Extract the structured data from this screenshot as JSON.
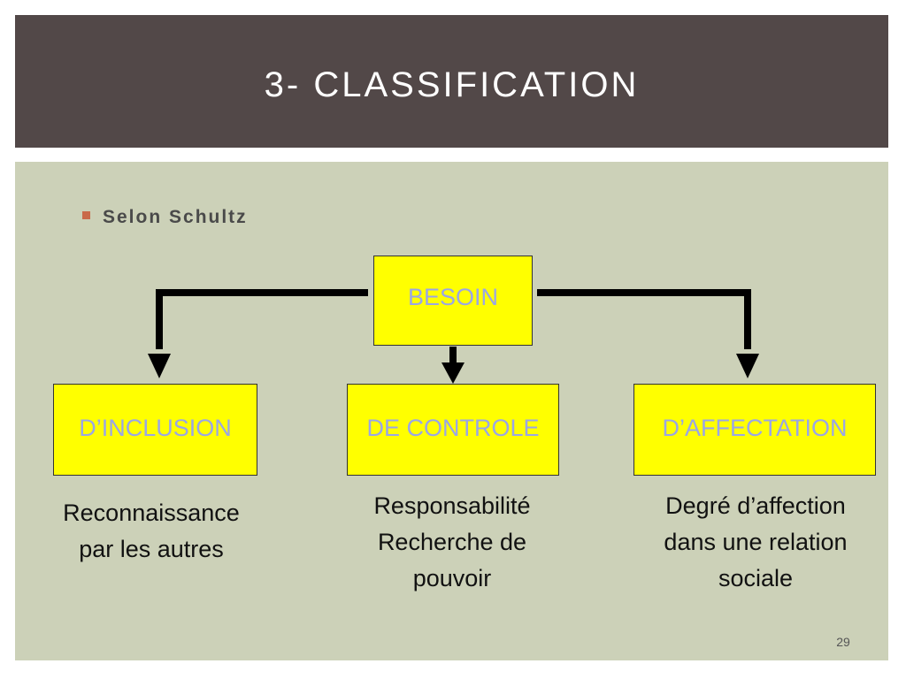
{
  "header": {
    "title": "3- CLASSIFICATION"
  },
  "content": {
    "bullet": "Selon Schultz"
  },
  "diagram": {
    "root": "BESOIN",
    "children": [
      {
        "label": "D’INCLUSION",
        "description": "Reconnaissance\npar les autres"
      },
      {
        "label": "DE CONTROLE",
        "description": "Responsabilité\nRecherche de\npouvoir"
      },
      {
        "label": "D’AFFECTATION",
        "description": "Degré d’affection\ndans une relation\nsociale"
      }
    ]
  },
  "footer": {
    "page_number": "29"
  },
  "colors": {
    "header_bg": "#524848",
    "content_bg": "#ccd1b8",
    "box_fill": "#ffff00",
    "box_text": "#9aa6e6",
    "bullet_marker": "#c96a4a",
    "connector": "#000000"
  }
}
